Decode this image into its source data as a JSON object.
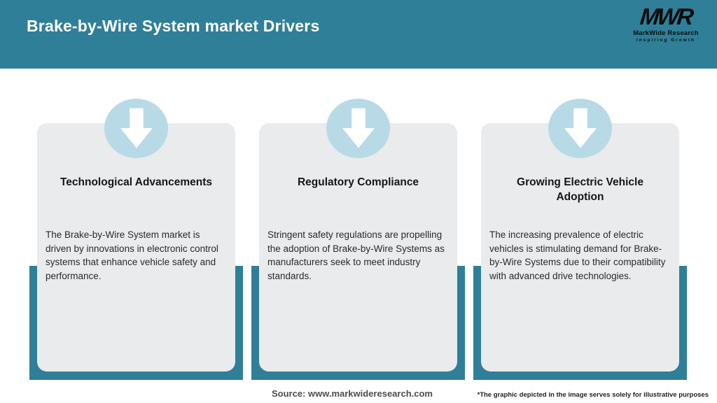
{
  "header": {
    "title": "Brake-by-Wire System market Drivers",
    "logo": {
      "monogram": "MWR",
      "name": "MarkWide Research",
      "tagline": "Inspiring Growth"
    }
  },
  "cards": [
    {
      "icon": "down-arrow-icon",
      "title": "Technological Advancements",
      "description": "The Brake-by-Wire System market is driven by innovations in electronic control systems that enhance vehicle safety and performance."
    },
    {
      "icon": "down-arrow-icon",
      "title": "Regulatory Compliance",
      "description": "Stringent safety regulations are propelling the adoption of Brake-by-Wire Systems as manufacturers seek to meet industry standards."
    },
    {
      "icon": "down-arrow-icon",
      "title": "Growing Electric Vehicle Adoption",
      "description": "The increasing prevalence of electric vehicles is stimulating demand for Brake-by-Wire Systems due to their compatibility with advanced drive technologies."
    }
  ],
  "footer": {
    "source": "Source: www.markwideresearch.com",
    "disclaimer": "*The graphic depicted in the image serves solely for illustrative purposes"
  },
  "colors": {
    "header_teal": "#2f7f99",
    "accent_bar_teal": "#2f7f99",
    "circle_blue": "#b8dae6",
    "card_background": "#e9ebec",
    "title_text": "#161616",
    "body_text": "#2a2a2a",
    "header_text": "#ffffff"
  }
}
